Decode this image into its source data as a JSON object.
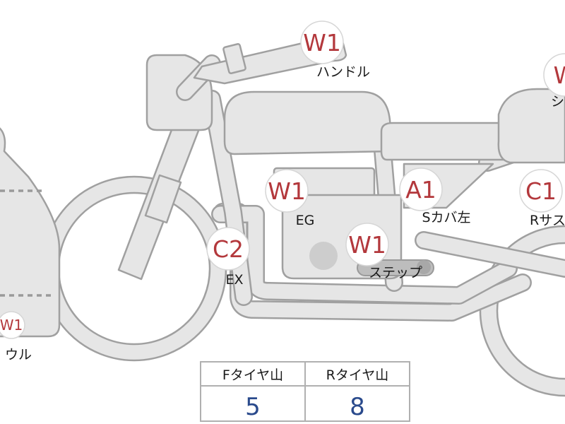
{
  "markers": [
    {
      "id": "handle",
      "code": "W1",
      "label": "ハンドル"
    },
    {
      "id": "seat",
      "code": "W",
      "label": "シ"
    },
    {
      "id": "engine",
      "code": "W1",
      "label": "EG"
    },
    {
      "id": "side-cover-left",
      "code": "A1",
      "label": "Sカバ左"
    },
    {
      "id": "rear-suspension",
      "code": "C1",
      "label": "Rサス"
    },
    {
      "id": "exhaust",
      "code": "C2",
      "label": "EX"
    },
    {
      "id": "step",
      "code": "W1",
      "label": "ステップ"
    },
    {
      "id": "cowl",
      "code": "W1",
      "label": "ウル"
    }
  ],
  "table": {
    "headers": [
      "Fタイヤ山",
      "Rタイヤ山"
    ],
    "values": [
      "5",
      "8"
    ]
  },
  "colors": {
    "part_fill": "#e6e6e6",
    "part_stroke": "#a0a0a0",
    "code_red": "#b3383c",
    "value_blue": "#2a4a8c",
    "table_border": "#b0b0b0"
  }
}
